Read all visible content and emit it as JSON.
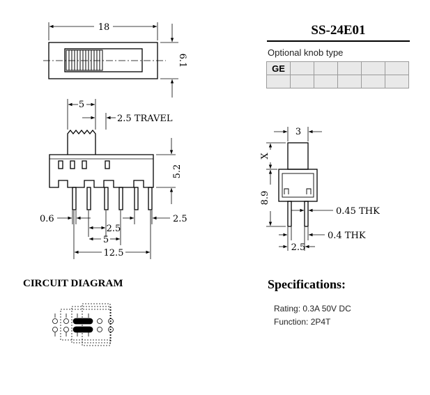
{
  "part_number": "SS-24E01",
  "knob": {
    "label": "Optional knob type",
    "cells": [
      "GE",
      "",
      "",
      "",
      "",
      ""
    ]
  },
  "top_view": {
    "width": "18",
    "height": "6.1"
  },
  "side_view": {
    "knob_width": "5",
    "travel": "2.5 TRAVEL",
    "body_height": "5.2",
    "pin_width": "0.6",
    "pin_pitch": "2.5",
    "pin_span": "5",
    "overall": "12.5",
    "right_offset": "2.5"
  },
  "end_view": {
    "knob_width": "3",
    "knob_height": "X",
    "body_height": "8.9",
    "thk_1": "0.45 THK",
    "thk_2": "0.4 THK",
    "pitch": "2.5"
  },
  "circuit": {
    "title": "CIRCUIT DIAGRAM"
  },
  "specs": {
    "title": "Specifications:",
    "rating": "Rating: 0.3A 50V DC",
    "function": "Function: 2P4T"
  }
}
